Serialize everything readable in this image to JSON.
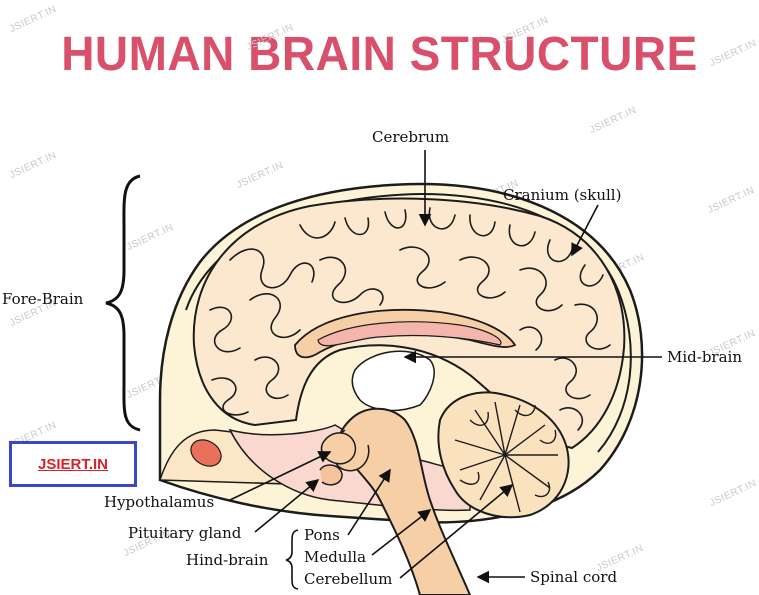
{
  "title": "HUMAN BRAIN STRUCTURE",
  "badge": "JSIERT.IN",
  "watermark": "JSIERT.IN",
  "labels": {
    "cerebrum": "Cerebrum",
    "cranium": "Cranium (skull)",
    "fore_brain": "Fore-Brain",
    "mid_brain": "Mid-brain",
    "hypothalamus": "Hypothalamus",
    "pituitary": "Pituitary gland",
    "hind_brain": "Hind-brain",
    "pons": "Pons",
    "medulla": "Medulla",
    "cerebellum": "Cerebellum",
    "spinal_cord": "Spinal cord"
  },
  "colors": {
    "title": "#d9506b",
    "brain_fill": "#fbe8cf",
    "inner_fill": "#f7cfa6",
    "skull_fill": "#fdf4d8",
    "badge_border": "#3a48c5",
    "badge_text": "#d8232a"
  }
}
